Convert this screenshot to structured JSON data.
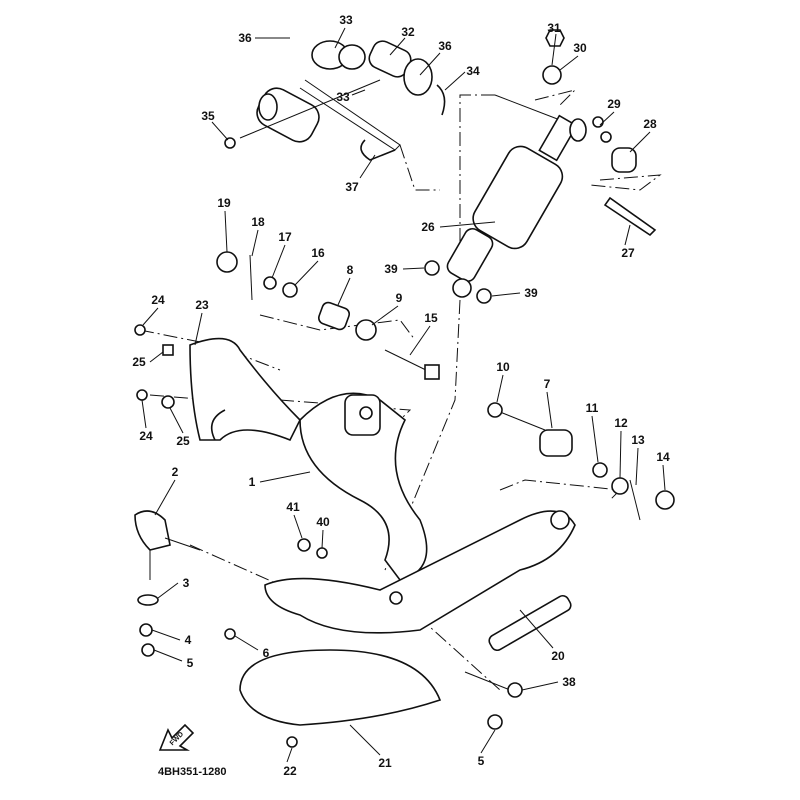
{
  "diagram": {
    "part_code": "4BH351-1280",
    "fwd_label": "FWD",
    "callouts": [
      "36",
      "33",
      "32",
      "36",
      "34",
      "35",
      "37",
      "33",
      "31",
      "30",
      "29",
      "28",
      "26",
      "27",
      "19",
      "18",
      "17",
      "16",
      "8",
      "9",
      "15",
      "39",
      "39",
      "24",
      "23",
      "25",
      "24",
      "25",
      "10",
      "7",
      "11",
      "12",
      "13",
      "14",
      "1",
      "2",
      "41",
      "40",
      "3",
      "4",
      "5",
      "6",
      "20",
      "38",
      "21",
      "22",
      "5"
    ]
  }
}
